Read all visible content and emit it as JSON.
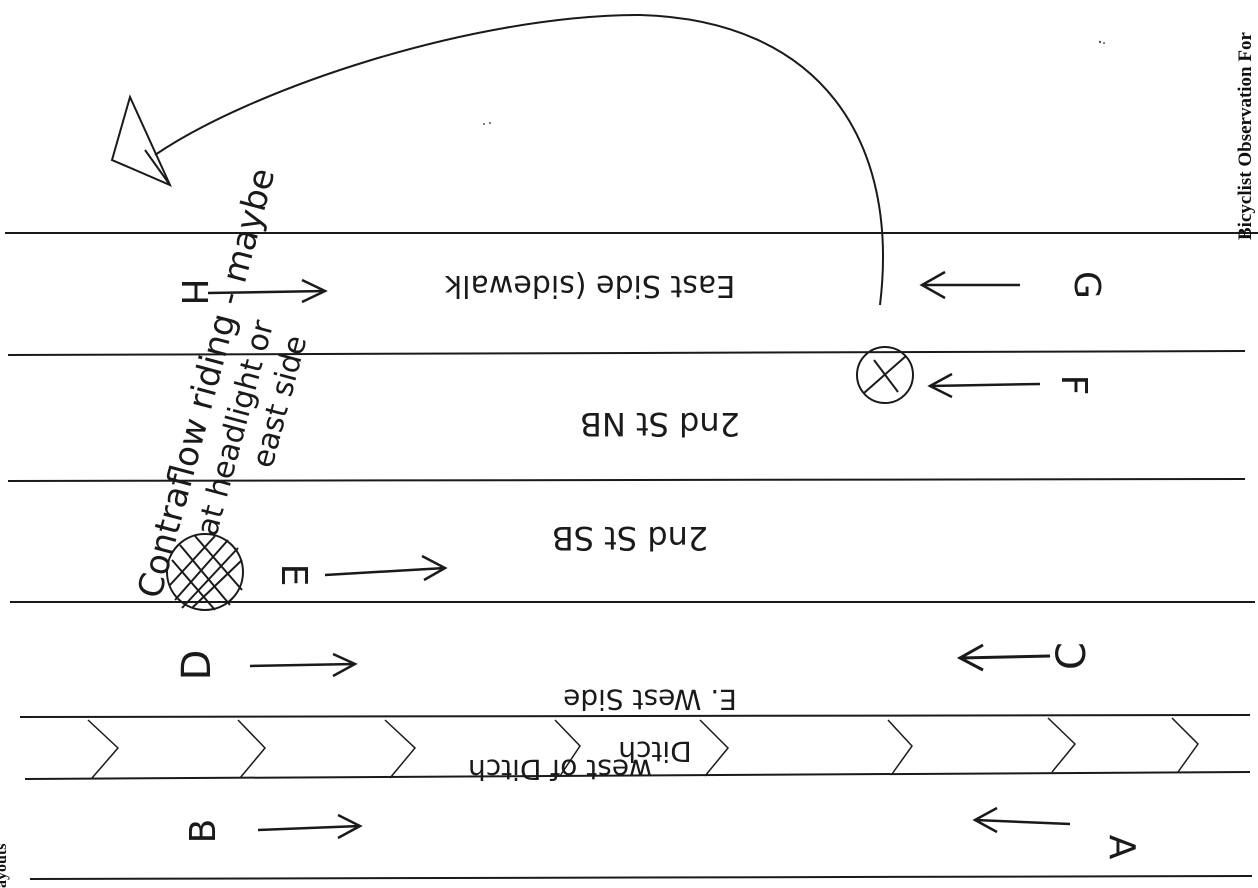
{
  "form": {
    "title": "Bicyclist Observation For",
    "footer_fragment": "ayouts"
  },
  "lanes": [
    {
      "label": "East Side (sidewalk",
      "key": "east_sidewalk"
    },
    {
      "label": "2nd St NB",
      "key": "nb"
    },
    {
      "label": "2nd St SB",
      "key": "sb"
    },
    {
      "label": "E. West Side",
      "key": "west_side"
    },
    {
      "label": "Ditch",
      "key": "ditch"
    },
    {
      "label": "west of Ditch",
      "key": "west_of_ditch"
    }
  ],
  "markers": [
    {
      "letter": "H",
      "direction": "right"
    },
    {
      "letter": "G",
      "direction": "left"
    },
    {
      "letter": "F",
      "direction": "left"
    },
    {
      "letter": "E",
      "direction": "right"
    },
    {
      "letter": "D",
      "direction": "right"
    },
    {
      "letter": "C",
      "direction": "left"
    },
    {
      "letter": "B",
      "direction": "right"
    },
    {
      "letter": "A",
      "direction": "left"
    }
  ],
  "annotation": {
    "line1": "Contraflow riding - maybe",
    "line2": "at headlight or",
    "line3": "east side"
  },
  "colors": {
    "ink": "#1a1a1a",
    "paper": "#ffffff"
  }
}
